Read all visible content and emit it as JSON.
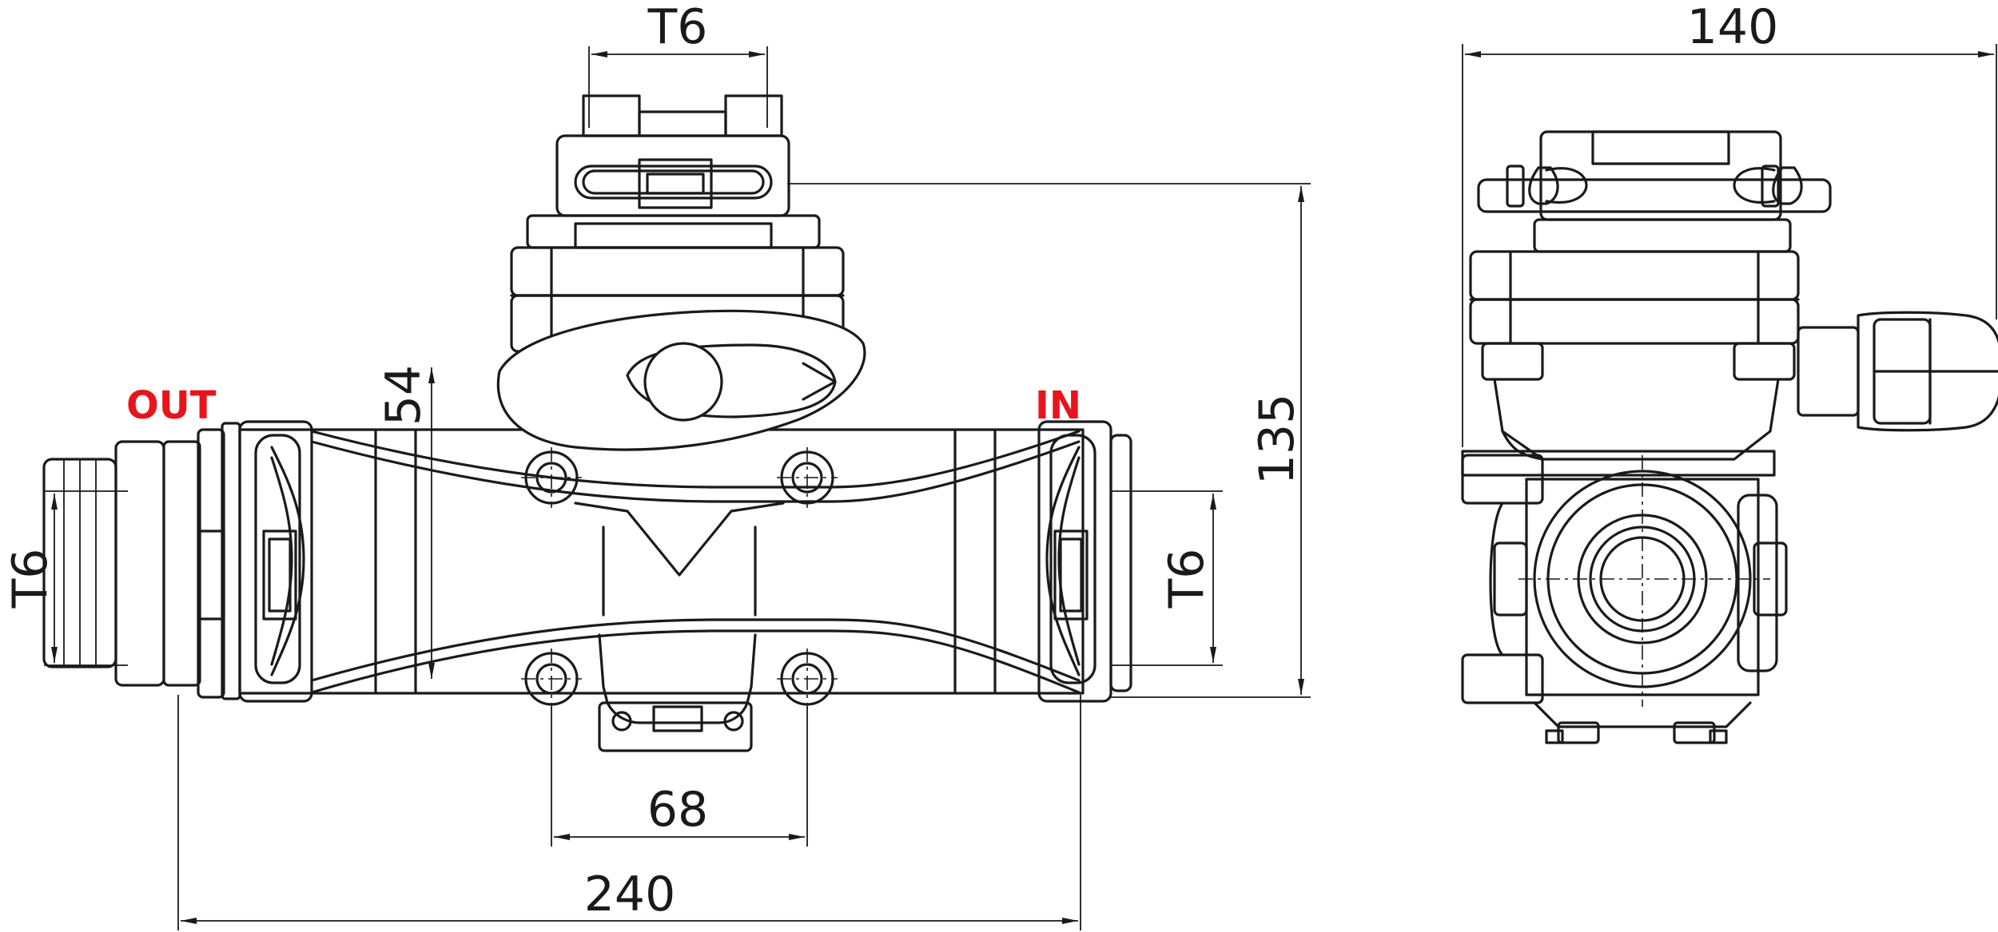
{
  "labels": {
    "outlet": "OUT",
    "inlet": "IN"
  },
  "dimensions": {
    "top_thread": "T6",
    "outlet_thread": "T6",
    "inlet_thread": "T6",
    "flange_height": "54",
    "mount_hole_spacing": "68",
    "overall_length": "240",
    "overall_height": "135",
    "side_width": "140"
  },
  "colors": {
    "line": "#1a1a1a",
    "port_label": "#e8141b",
    "background": "#ffffff"
  }
}
